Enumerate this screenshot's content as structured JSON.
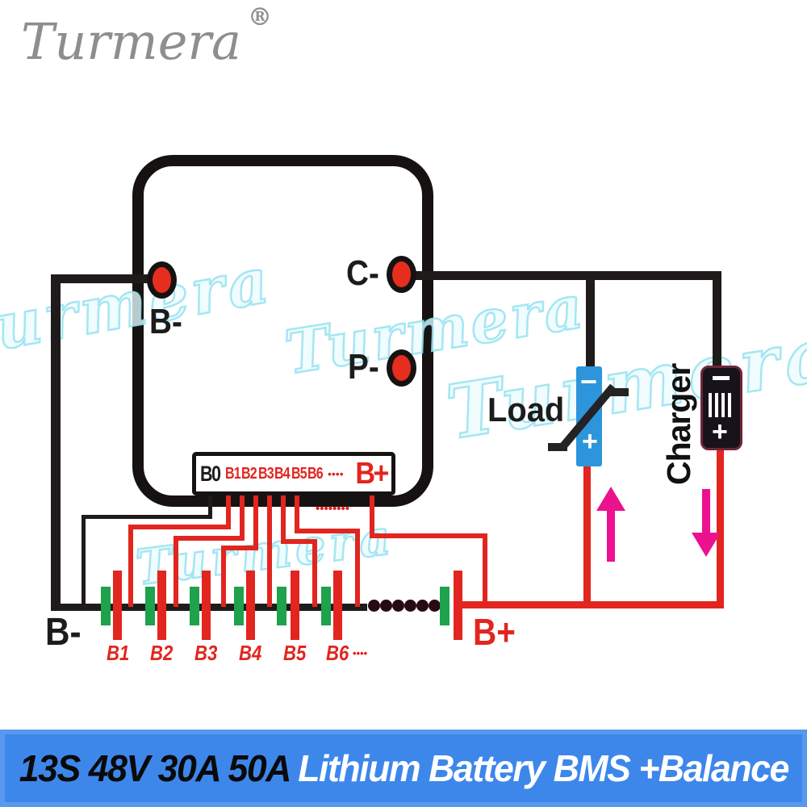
{
  "logo": {
    "brand": "Turmera",
    "registered": "®"
  },
  "watermark": {
    "text": "Turmera"
  },
  "board": {
    "terminal_b_minus": "B-",
    "terminal_c_minus": "C-",
    "terminal_p_minus": "P-",
    "connector": {
      "pin_b0": "B0",
      "pins": [
        "B1",
        "B2",
        "B3",
        "B4",
        "B5",
        "B6"
      ],
      "dots": "••••",
      "b_plus": "B+"
    },
    "ellipsis_dots": "••••••••"
  },
  "circuit": {
    "load": {
      "label": "Load",
      "minus": "−",
      "plus": "+"
    },
    "charger": {
      "label": "Charger",
      "minus": "−",
      "plus": "+"
    }
  },
  "battery": {
    "b_minus_label": "B-",
    "b_plus_label": "B+",
    "cell_labels": [
      "B1",
      "B2",
      "B3",
      "B4",
      "B5",
      "B6"
    ],
    "trailing_dots": "••••"
  },
  "banner": {
    "spec": "13S 48V 30A 50A",
    "name": " Lithium Battery BMS +Balance"
  },
  "colors": {
    "wire_black": "#1f1b1b",
    "wire_red": "#e2251f",
    "cell_green": "#1ea24c",
    "load_blue": "#2c95dc",
    "arrow_magenta": "#ec118f",
    "banner_blue": "#3d87eb",
    "logo_gray": "#8e8e8e",
    "watermark_cyan": "#97e2f0"
  }
}
